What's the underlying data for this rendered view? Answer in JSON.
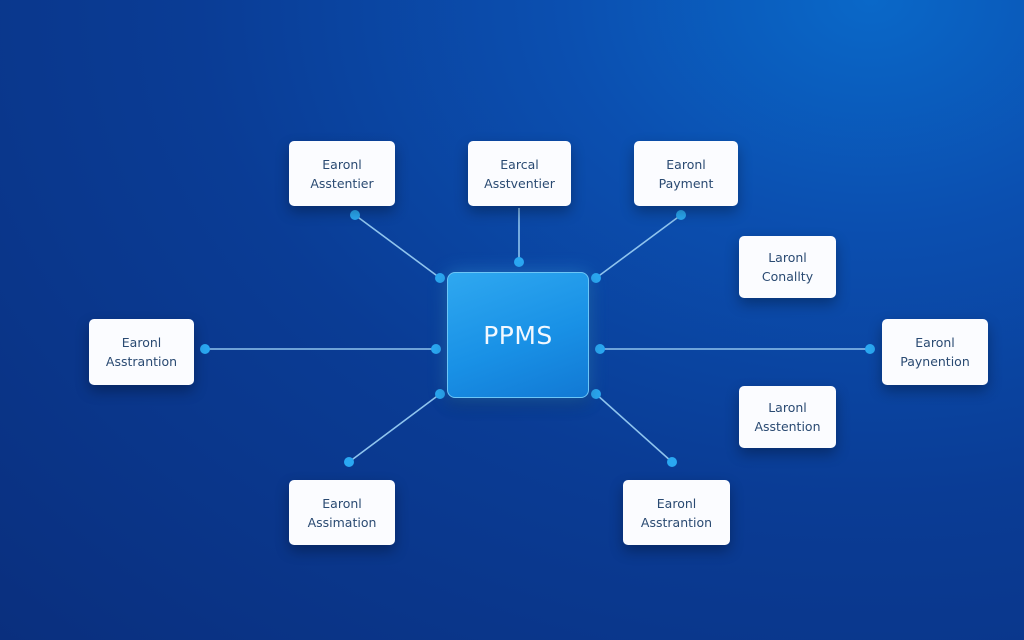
{
  "hub": {
    "label": "PPMS"
  },
  "nodes": [
    {
      "id": "top-left",
      "line1": "Earonl",
      "line2": "Asstentier"
    },
    {
      "id": "top-center",
      "line1": "Earcal",
      "line2": "Asstventier"
    },
    {
      "id": "top-right",
      "line1": "Earonl",
      "line2": "Payment"
    },
    {
      "id": "right-upper",
      "line1": "Laronl",
      "line2": "Conallty"
    },
    {
      "id": "left",
      "line1": "Earonl",
      "line2": "Asstrantion"
    },
    {
      "id": "right",
      "line1": "Earonl",
      "line2": "Paynention"
    },
    {
      "id": "right-lower",
      "line1": "Laronl",
      "line2": "Asstention"
    },
    {
      "id": "bottom-left",
      "line1": "Earonl",
      "line2": "Assimation"
    },
    {
      "id": "bottom-right",
      "line1": "Earonl",
      "line2": "Asstrantion"
    }
  ],
  "colors": {
    "background": "#0a3c95",
    "hub": "#1991e6",
    "connector": "#8fc4ee",
    "dot": "#2aa8f2",
    "node_text": "#2a4a72"
  }
}
